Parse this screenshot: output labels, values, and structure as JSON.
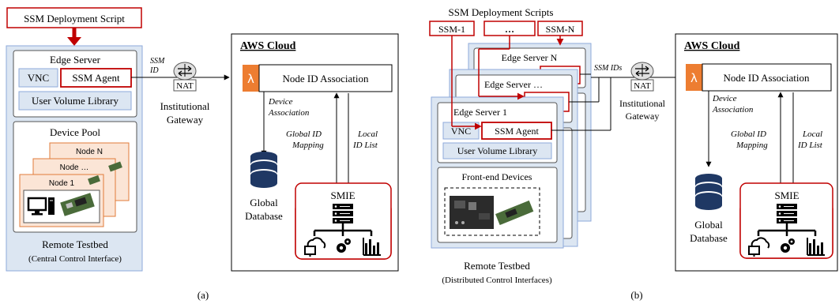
{
  "panel_a": {
    "label": "(a)",
    "script_box": "SSM Deployment Script",
    "edge_server": {
      "title": "Edge Server",
      "vnc": "VNC",
      "ssm_agent": "SSM Agent",
      "user_volume": "User Volume Library"
    },
    "device_pool": {
      "title": "Device Pool",
      "node_n": "Node N",
      "node_mid": "Node …",
      "node_1": "Node 1"
    },
    "testbed_title": "Remote Testbed",
    "testbed_subtitle": "(Central Control Interface)",
    "ssm_id_label_1": "SSM",
    "ssm_id_label_2": "ID",
    "nat": "NAT",
    "gateway_1": "Institutional",
    "gateway_2": "Gateway",
    "aws_title": "AWS Cloud",
    "lambda": "λ",
    "node_id_assoc": "Node ID Association",
    "device_assoc_1": "Device",
    "device_assoc_2": "Association",
    "global_id_1": "Global ID",
    "global_id_2": "Mapping",
    "local_id_1": "Local",
    "local_id_2": "ID List",
    "smie": "SMIE",
    "db_1": "Global",
    "db_2": "Database"
  },
  "panel_b": {
    "label": "(b)",
    "scripts_title": "SSM Deployment Scripts",
    "ssm_1": "SSM-1",
    "ssm_dots": "…",
    "ssm_n": "SSM-N",
    "edge_server_n": "Edge Server N",
    "edge_server_mid": "Edge Server …",
    "edge_server_1": "Edge Server 1",
    "vnc": "VNC",
    "ssm_agent": "SSM Agent",
    "user_volume": "User Volume Library",
    "front_end": "Front-end Devices",
    "testbed_title": "Remote Testbed",
    "testbed_subtitle": "(Distributed Control Interfaces)",
    "ssm_ids": "SSM IDs",
    "nat": "NAT",
    "gateway_1": "Institutional",
    "gateway_2": "Gateway",
    "aws_title": "AWS Cloud",
    "lambda": "λ",
    "node_id_assoc": "Node ID Association",
    "device_assoc_1": "Device",
    "device_assoc_2": "Association",
    "global_id_1": "Global ID",
    "global_id_2": "Mapping",
    "local_id_1": "Local",
    "local_id_2": "ID List",
    "smie": "SMIE",
    "db_1": "Global",
    "db_2": "Database"
  },
  "colors": {
    "testbed_fill": "#dce6f2",
    "testbed_stroke": "#8eaadb",
    "red": "#c00000",
    "node_fill": "#fbe5d6",
    "node_stroke": "#e07b39",
    "lambda_fill": "#ed7d31",
    "db_blue": "#1f3864"
  }
}
